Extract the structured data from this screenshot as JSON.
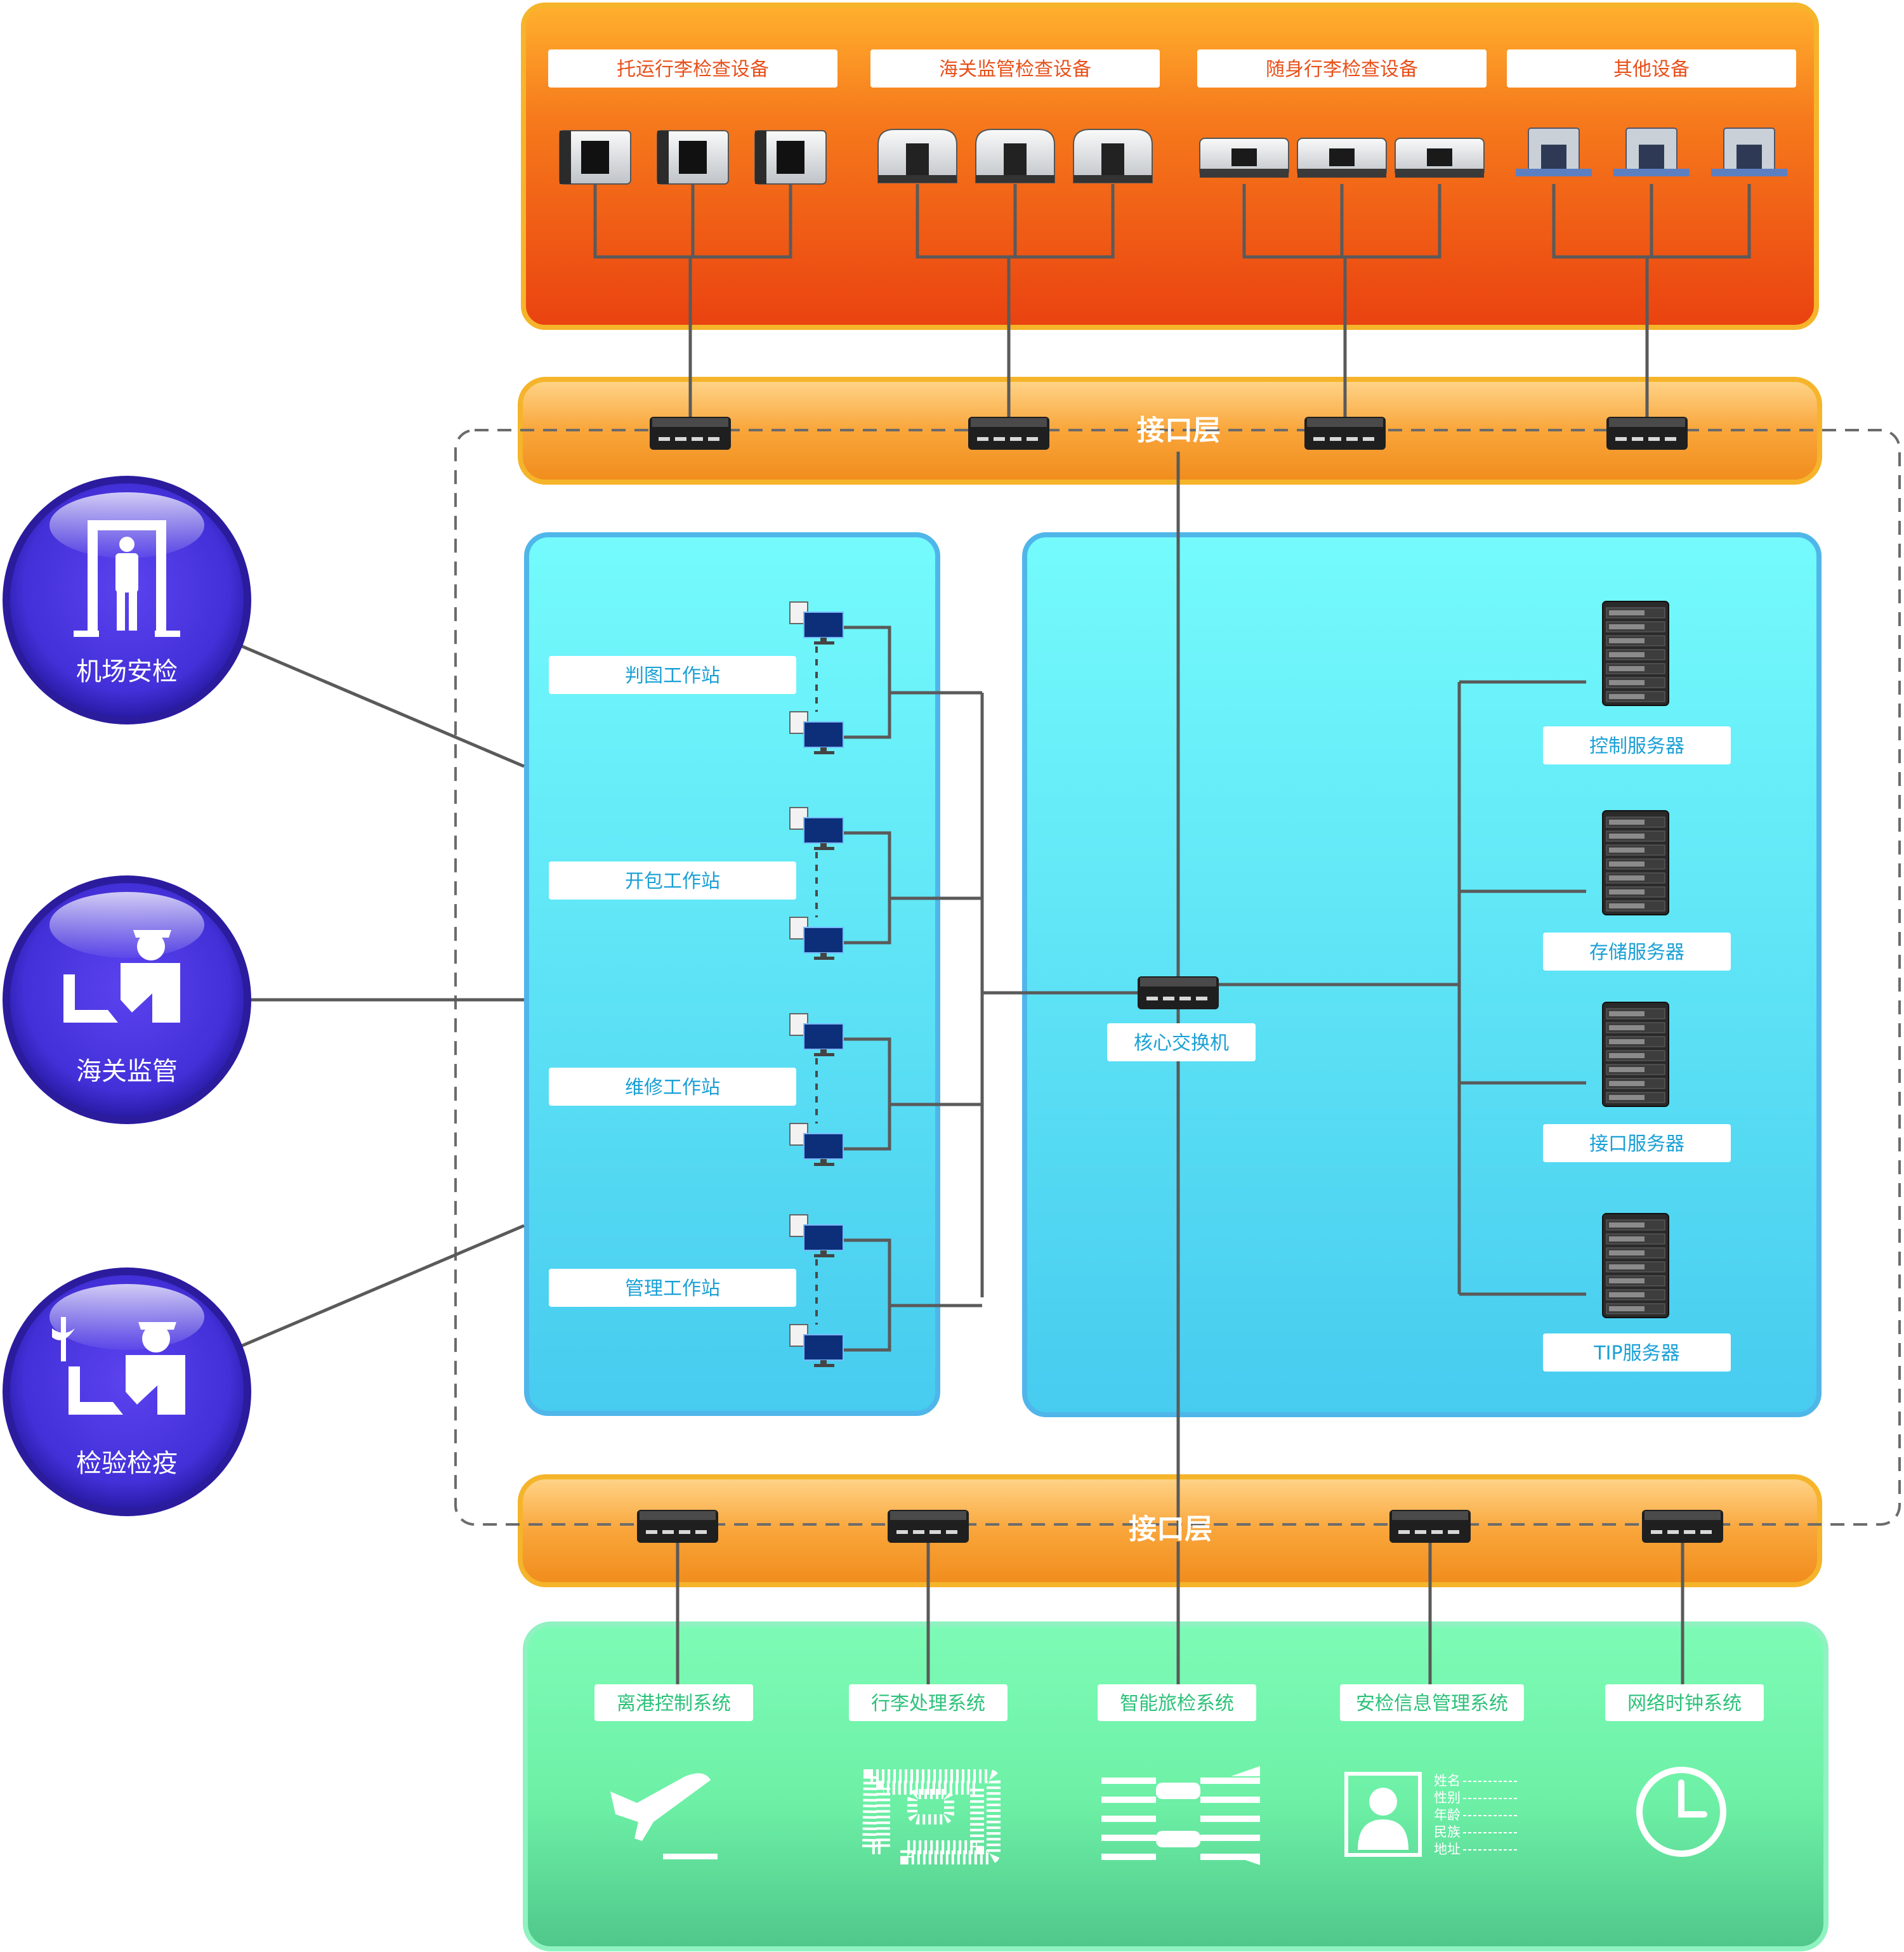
{
  "top_panel": {
    "categories": [
      {
        "label": "托运行李检查设备"
      },
      {
        "label": "海关监管检查设备"
      },
      {
        "label": "随身行李检查设备"
      },
      {
        "label": "其他设备"
      }
    ]
  },
  "interface_layer_label": "接口层",
  "left_circles": [
    {
      "label": "机场安检",
      "icon": "metal-detector-gate-icon"
    },
    {
      "label": "海关监管",
      "icon": "customs-officer-icon"
    },
    {
      "label": "检验检疫",
      "icon": "quarantine-officer-icon"
    }
  ],
  "workstations": [
    {
      "label": "判图工作站"
    },
    {
      "label": "开包工作站"
    },
    {
      "label": "维修工作站"
    },
    {
      "label": "管理工作站"
    }
  ],
  "core_switch": {
    "label": "核心交换机"
  },
  "servers": [
    {
      "label": "控制服务器"
    },
    {
      "label": "存储服务器"
    },
    {
      "label": "接口服务器"
    },
    {
      "label": "TIP服务器"
    }
  ],
  "bottom_systems": [
    {
      "label": "离港控制系统",
      "icon": "airplane-departure-icon"
    },
    {
      "label": "行李处理系统",
      "icon": "baggage-conveyor-icon"
    },
    {
      "label": "智能旅检系统",
      "icon": "inspection-lanes-icon"
    },
    {
      "label": "安检信息管理系统",
      "icon": "id-card-icon"
    },
    {
      "label": "网络时钟系统",
      "icon": "clock-icon"
    }
  ],
  "id_card_fields": [
    "姓名",
    "性别",
    "年龄",
    "民族",
    "地址"
  ],
  "colors": {
    "top_panel": "#f26a14",
    "interface_layer": "#f7a43a",
    "cyan_panel": "#6ef3fb",
    "green_panel": "#6ff0a8",
    "circle": "#4a34d4",
    "line": "#555555"
  }
}
